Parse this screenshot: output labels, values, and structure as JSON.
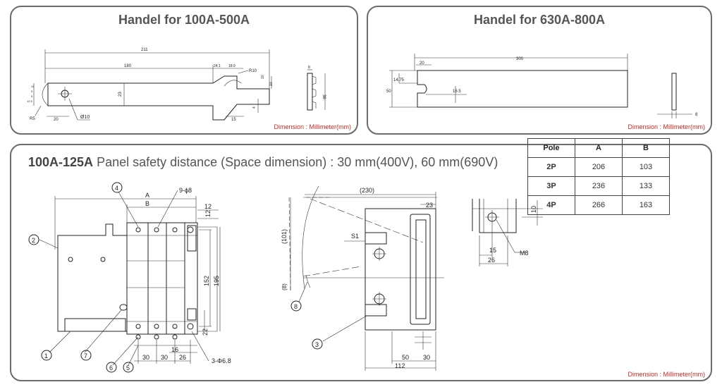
{
  "panels": {
    "handle_small": {
      "title": "Handel for 100A-500A",
      "dimension_note": "Dimension : Millimeter(mm)",
      "labels": {
        "d211": "211",
        "d180": "180",
        "d24": "24.1",
        "d18": "18.9",
        "r10": "R10",
        "d10a": "10",
        "d10b": "10",
        "d23": "23",
        "phi10": "Ø10",
        "d20": "20",
        "r5": "R5",
        "d15": "15",
        "d4": "4",
        "d8": "8",
        "d36": "36",
        "s1": "11",
        "s2": "5",
        "s3": "5",
        "s4": "12.5"
      }
    },
    "handle_large": {
      "title": "Handel for 630A-800A",
      "dimension_note": "Dimension : Millimeter(mm)",
      "labels": {
        "d300": "300",
        "d20": "20",
        "d1475": "14.75",
        "d50": "50",
        "d165": "16.5",
        "d8": "8"
      }
    },
    "safety": {
      "title_bold": "100A-125A",
      "title_rest": " Panel safety distance (Space dimension) : 30 mm(400V), 60 mm(690V)",
      "dimension_note": "Dimension : Millimeter(mm)",
      "front_labels": {
        "a": "A",
        "b": "B",
        "holes": "9-ϕ8",
        "d12a": "12",
        "d12b": "12",
        "d152": "152",
        "d195": "195",
        "d22": "22",
        "d16": "16",
        "d30a": "30",
        "d30b": "30",
        "d26": "26",
        "mount": "3-Φ6.8",
        "c1": "1",
        "c2": "2",
        "c4": "4",
        "c5": "5",
        "c6": "6",
        "c7": "7"
      },
      "side_labels": {
        "d230": "(230)",
        "d23": "23",
        "d101": "(101)",
        "s1": "S1",
        "d8": "(8)",
        "d50": "50",
        "d30": "30",
        "d112": "112",
        "c3": "3",
        "c8": "8"
      },
      "detail_labels": {
        "d10": "10",
        "d15": "15",
        "d26": "26",
        "m8": "M8"
      },
      "table": {
        "headers": [
          "Pole",
          "A",
          "B"
        ],
        "rows": [
          [
            "2P",
            "206",
            "103"
          ],
          [
            "3P",
            "236",
            "133"
          ],
          [
            "4P",
            "266",
            "163"
          ]
        ]
      }
    }
  }
}
